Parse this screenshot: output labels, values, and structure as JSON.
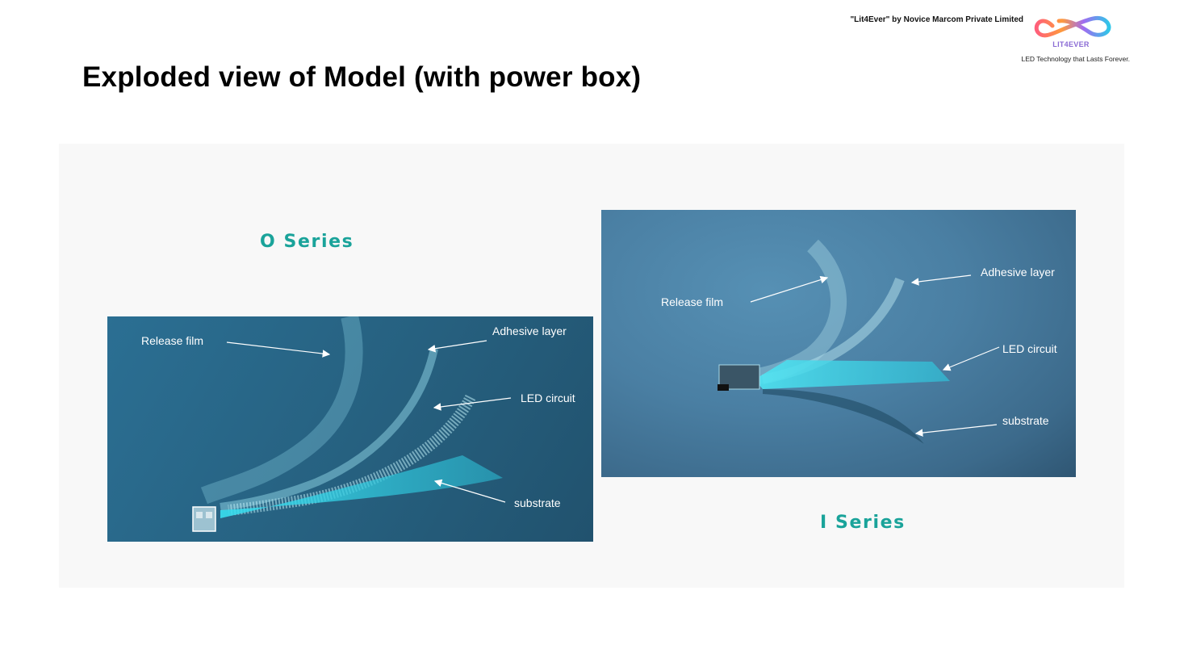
{
  "header": {
    "company_line": "\"Lit4Ever\" by Novice Marcom Private Limited",
    "logo_text": "LIT4EVER",
    "tagline": "LED Technology that Lasts Forever."
  },
  "page_title": "Exploded view of Model (with power box)",
  "o_series": {
    "label": "O Series",
    "callouts": {
      "release_film": "Release film",
      "adhesive_layer": "Adhesive layer",
      "led_circuit": "LED circuit",
      "substrate": "substrate"
    }
  },
  "i_series": {
    "label": "I Series",
    "callouts": {
      "release_film": "Release film",
      "adhesive_layer": "Adhesive layer",
      "led_circuit": "LED circuit",
      "substrate": "substrate"
    }
  },
  "colors": {
    "accent": "#1aa39a",
    "figure_bg": "#2b6f93",
    "layer_cyan": "#35d6e8"
  }
}
